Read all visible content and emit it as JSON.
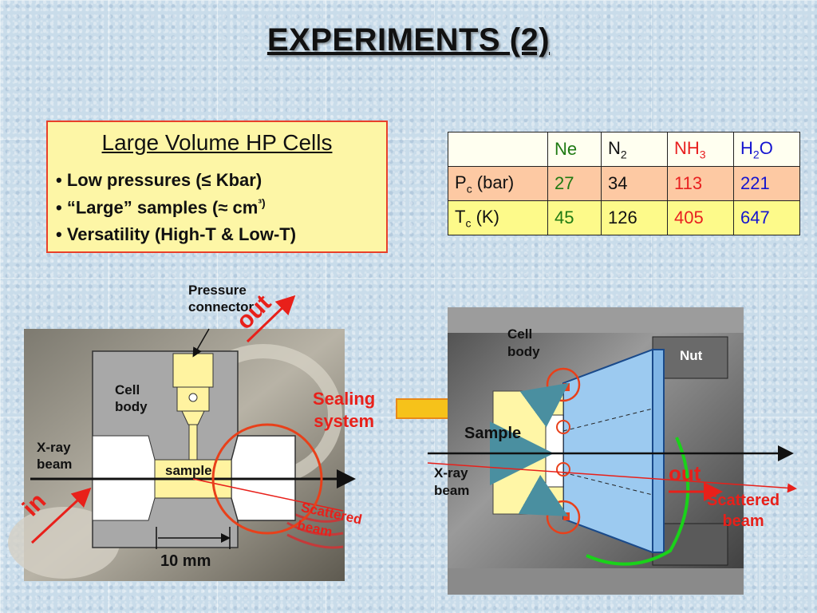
{
  "slide": {
    "title": "EXPERIMENTS (2)"
  },
  "hp_box": {
    "heading": "Large Volume HP Cells",
    "bullets": [
      "• Low pressures (≤ Kbar)",
      "• “Large” samples (≈ cm",
      "³)",
      "• Versatility (High-T & Low-T)"
    ]
  },
  "table": {
    "headers": [
      "",
      "Ne",
      "N",
      "2",
      "NH",
      "3",
      "H",
      "2",
      "O"
    ],
    "row_pc": {
      "label": "P",
      "sub": "c",
      "unit": " (bar)",
      "values": [
        "27",
        "34",
        "113",
        "221"
      ]
    },
    "row_tc": {
      "label": "T",
      "sub": "c",
      "unit": " (K)",
      "values": [
        "45",
        "126",
        "405",
        "647"
      ]
    },
    "colors": {
      "ne": "#1f7a12",
      "nh3": "#e82020",
      "h2o": "#1414d0"
    }
  },
  "left_diagram": {
    "pressure_connector": "Pressure\nconnector",
    "cell_body": "Cell\nbody",
    "xray_beam": "X-ray\nbeam",
    "sample": "sample",
    "scattered_beam": "Scattered\nbeam",
    "scale": "10 mm",
    "in": "in",
    "out": "out"
  },
  "sealing_system": "Sealing\nsystem",
  "right_diagram": {
    "cell_body": "Cell\nbody",
    "nut": "Nut",
    "sample": "Sample",
    "xray_beam": "X-ray\nbeam",
    "out": "out",
    "scattered_beam": "Scattered\nbeam"
  }
}
